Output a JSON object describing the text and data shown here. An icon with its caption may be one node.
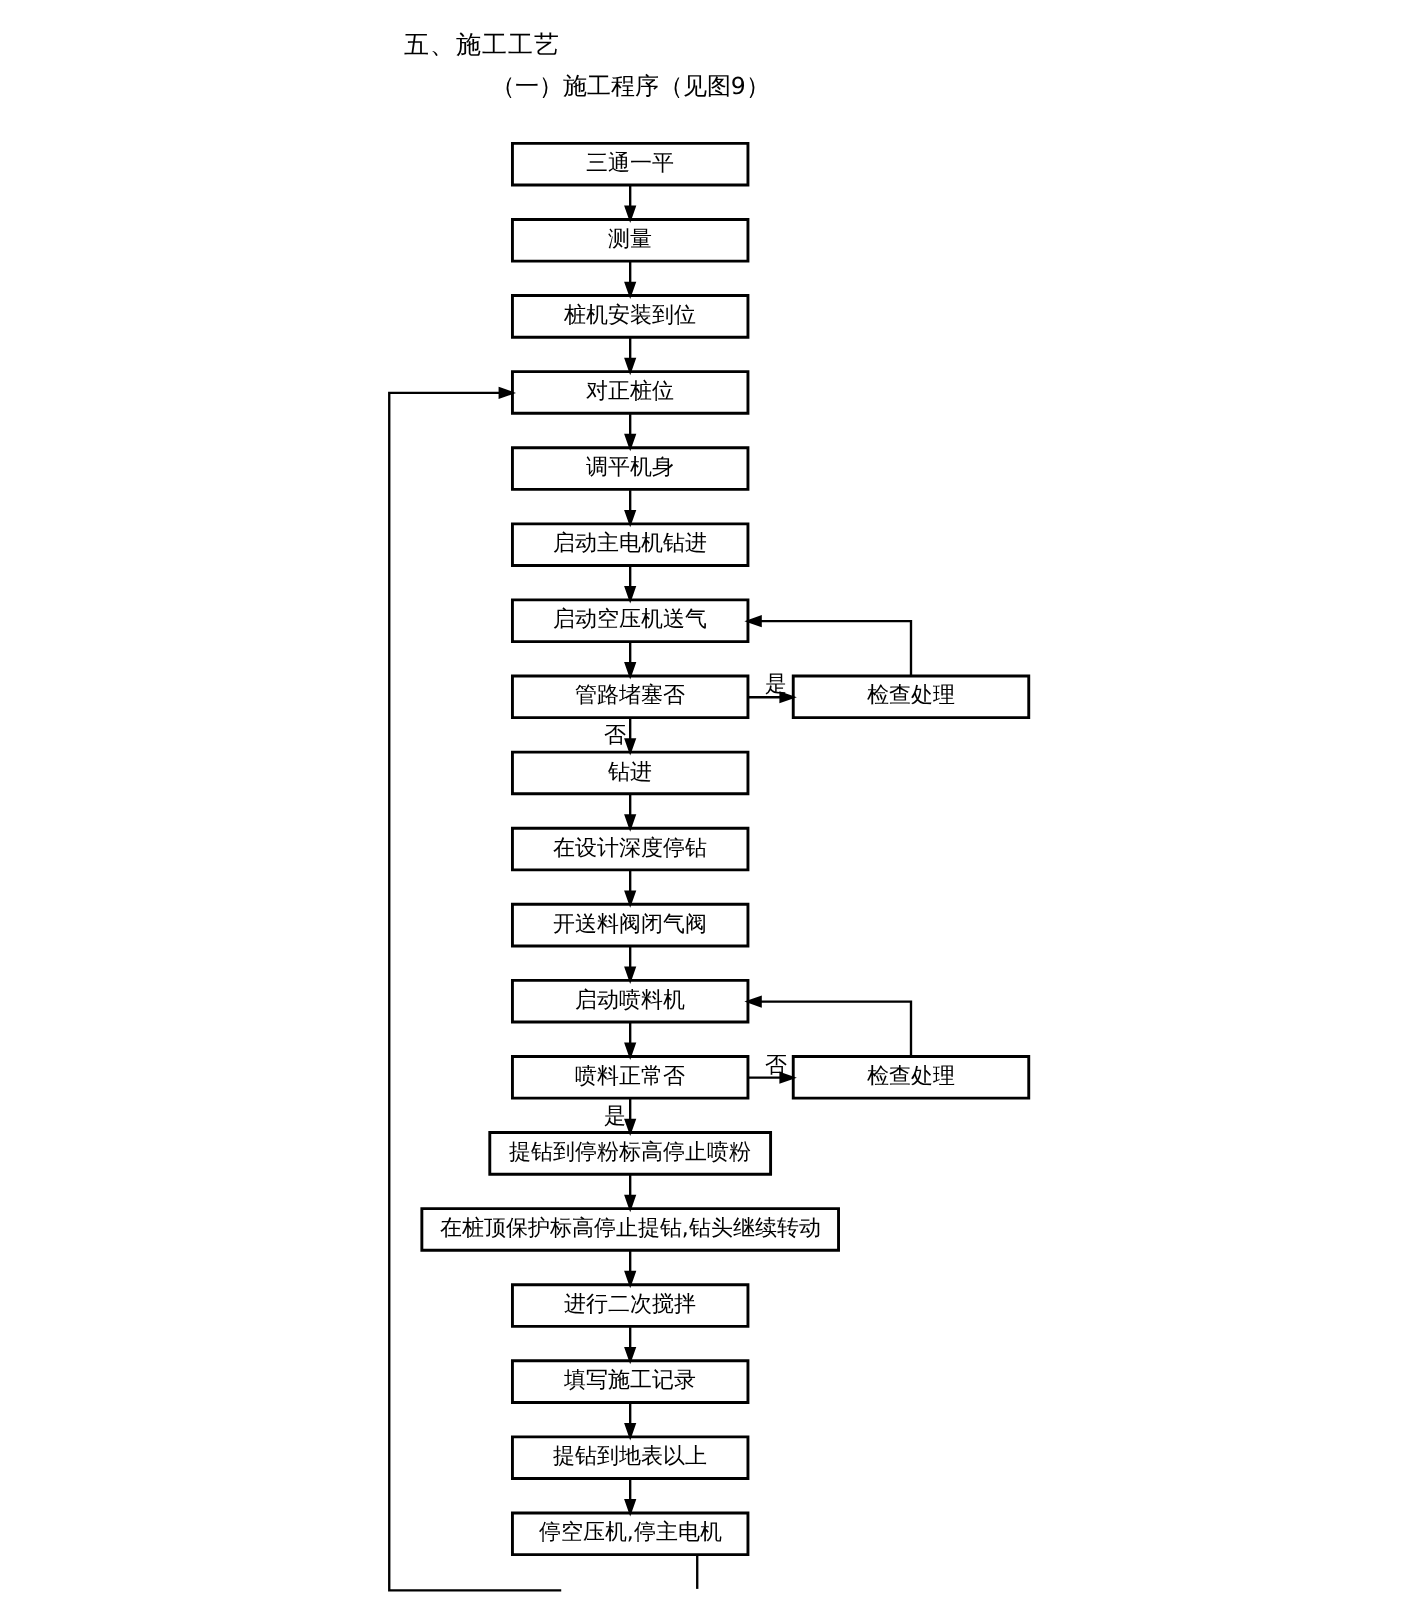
{
  "diagram": {
    "title": "五、施工工艺",
    "nodes": [
      {
        "text": [
          "三通一平"
        ]
      },
      {
        "text": [
          "测量"
        ]
      },
      {
        "text": [
          "桩机安装到位"
        ]
      },
      {
        "text": [
          "对正桩位"
        ]
      },
      {
        "text": [
          "调平机身"
        ]
      },
      {
        "text": [
          "启动主电机钻进"
        ]
      },
      {
        "text": [
          "启动空压机送气"
        ]
      },
      {
        "text": [
          "管路堵塞否"
        ]
      },
      {
        "text": [
          "检查处理"
        ]
      },
      {
        "text": [
          "钻进"
        ]
      },
      {
        "text": [
          "在设计深度停钻"
        ]
      },
      {
        "text": [
          "开送料阀闭气阀"
        ]
      },
      {
        "text": [
          "启动喷料机"
        ]
      },
      {
        "text": [
          "喷料正常否"
        ]
      },
      {
        "text": [
          "检查处理"
        ]
      },
      {
        "text": [
          "提钻到停粉标高停止喷粉"
        ]
      },
      {
        "text": [
          "在桩顶保护标高停止提钻,钻头继续转动"
        ]
      },
      {
        "text": [
          "进行二次搅拌"
        ]
      },
      {
        "text": [
          "填写施工记录"
        ]
      },
      {
        "text": [
          "提钻到地表以上"
        ]
      },
      {
        "text": [
          "停空压机,停主电机"
        ]
      }
    ],
    "edges": [
      {
        "from": 0,
        "to": 1,
        "arrow": "to"
      },
      {
        "from": 1,
        "to": 2,
        "arrow": "to"
      },
      {
        "from": 2,
        "to": 3,
        "arrow": "to"
      },
      {
        "from": 3,
        "to": 4,
        "arrow": "to"
      },
      {
        "from": 4,
        "to": 5,
        "arrow": "to"
      },
      {
        "from": 5,
        "to": 6,
        "arrow": "to"
      },
      {
        "from": 6,
        "to": 7,
        "arrow": "to"
      },
      {
        "from": 7,
        "to": 8,
        "arrow": "to",
        "label": "是"
      },
      {
        "from": 8,
        "to": 6,
        "arrow": "to"
      },
      {
        "from": 7,
        "to": 9,
        "arrow": "to",
        "label": "否"
      },
      {
        "from": 9,
        "to": 10,
        "arrow": "to"
      },
      {
        "from": 10,
        "to": 11,
        "arrow": "to"
      },
      {
        "from": 11,
        "to": 12,
        "arrow": "to"
      },
      {
        "from": 12,
        "to": 13,
        "arrow": "to"
      },
      {
        "from": 13,
        "to": 14,
        "arrow": "to",
        "label": "否"
      },
      {
        "from": 14,
        "to": 12,
        "arrow": "to"
      },
      {
        "from": 13,
        "to": 15,
        "arrow": "to",
        "label": "是"
      },
      {
        "from": 15,
        "to": 16,
        "arrow": "to"
      },
      {
        "from": 16,
        "to": 17,
        "arrow": "to"
      },
      {
        "from": 17,
        "to": 18,
        "arrow": "to"
      },
      {
        "from": 18,
        "to": 19,
        "arrow": "to"
      },
      {
        "from": 19,
        "to": 20,
        "arrow": "to"
      },
      {
        "from": 20,
        "to": null,
        "arrow": "none"
      },
      {
        "from": null,
        "to": 3,
        "arrow": "to"
      }
    ],
    "labels": [
      "（一）施工程序（见图9）"
    ]
  }
}
